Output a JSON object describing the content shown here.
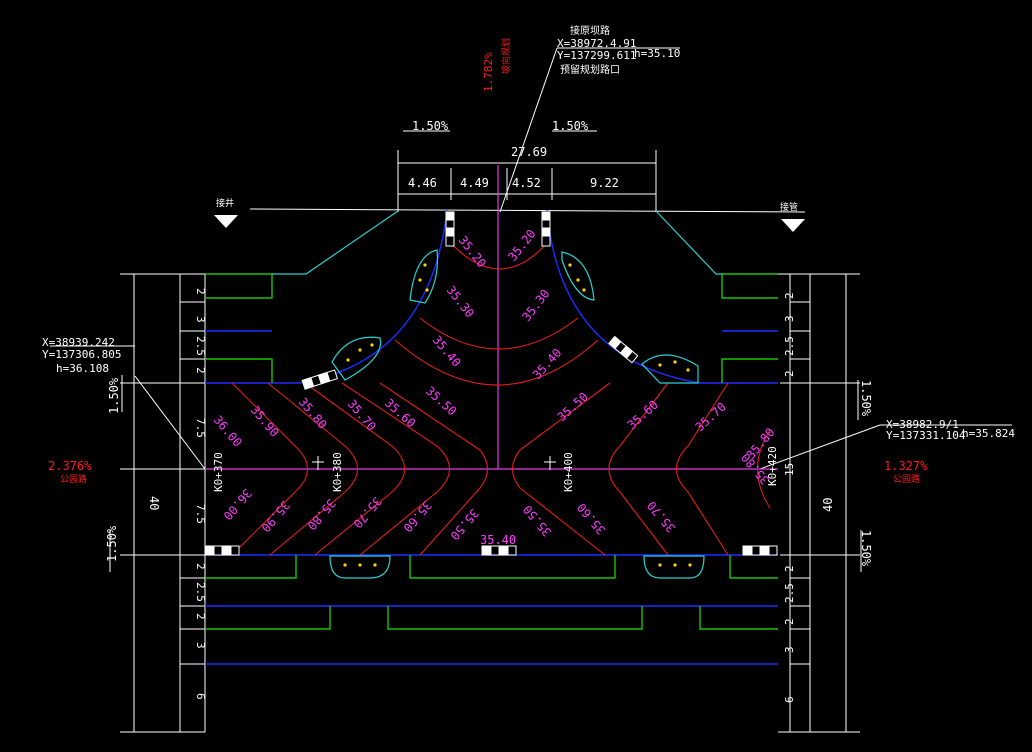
{
  "colors": {
    "background": "#000000",
    "dimension": "#ffffff",
    "lane_line": "#1c2cff",
    "island": "#19c400",
    "contour": "#e31d1d",
    "contour_label": "#ff3cff",
    "centerline": "#e23ce2",
    "shoulder": "#2ad1d1",
    "annotation_red": "#ff1a1a",
    "drainage": "#ffd400"
  },
  "icons": [
    "arrow-down-icon",
    "crosswalk-marker-icon",
    "catch-basin-icon"
  ],
  "top_road": {
    "slope_left": "1.50%",
    "slope_right": "1.50%",
    "total_width": "27.69",
    "segments": [
      "4.46",
      "4.49",
      "4.52",
      "9.22"
    ],
    "label_left": "接井",
    "label_right": "接管"
  },
  "top_point": {
    "line1": "接原坝路",
    "x": "X=38972.4.91",
    "y": "Y=137299.611",
    "h": "h=35.10",
    "line4": "预留规划路口"
  },
  "top_slope_red": {
    "value": "1.782%",
    "label": "坡向规划"
  },
  "left_point": {
    "x": "X=38939.242",
    "y": "Y=137306.805",
    "h": "h=36.108"
  },
  "right_point": {
    "x": "X=38982.9/1",
    "y": "Y=137331.104",
    "h": "h=35.824"
  },
  "left_red": {
    "value": "2.376%",
    "label": "公园路"
  },
  "right_red": {
    "value": "1.327%",
    "label": "公园路"
  },
  "side_slopes": {
    "left_upper": "1.50%",
    "left_lower": "1.50%",
    "right_upper": "1.50%",
    "right_lower": "1.50%"
  },
  "left_dims": [
    "2",
    "3",
    "2.5",
    "2",
    "7.5",
    "7.5",
    "2",
    "2.5",
    "2",
    "3",
    "6"
  ],
  "left_total": "40",
  "right_dims": [
    "2",
    "3",
    "2.5",
    "2",
    "15",
    "2",
    "2.5",
    "2",
    "3",
    "6"
  ],
  "right_total": "40",
  "stations": [
    "K0+370",
    "K0+380",
    "K0+400",
    "K0+420"
  ],
  "contours_top": [
    "35.20",
    "35.20",
    "35.30",
    "35.30",
    "35.40",
    "35.40"
  ],
  "contours_upper": [
    "36.00",
    "35.90",
    "35.80",
    "35.70",
    "35.60",
    "35.50",
    "35.50",
    "35.60",
    "35.70",
    "35.80"
  ],
  "contours_lower": [
    "36.00",
    "35.90",
    "35.80",
    "35.70",
    "35.60",
    "35.50",
    "35.50",
    "35.60",
    "35.70",
    "35.80"
  ],
  "center_elev": "35.40"
}
